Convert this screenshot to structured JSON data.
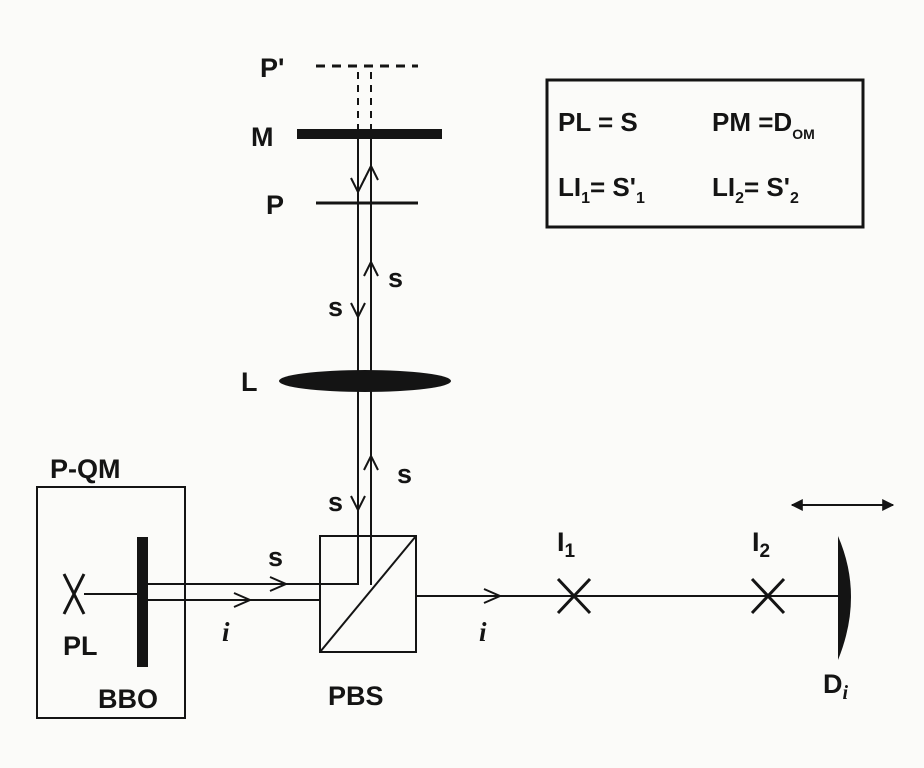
{
  "labels": {
    "p_prime": "P'",
    "m": "M",
    "p": "P",
    "s_left_upper": "s",
    "s_right_upper": "s",
    "l": "L",
    "s_left_lower": "s",
    "s_right_lower": "s",
    "pqm": "P-QM",
    "s_horizontal": "s",
    "pl": "PL",
    "bbo": "BBO",
    "i_left": "i",
    "pbs": "PBS",
    "i_right": "i",
    "i1_main": "I",
    "i1_sub": "1",
    "i2_main": "I",
    "i2_sub": "2",
    "d_main": "D",
    "d_sub": "i"
  },
  "legend": {
    "pl_eq": "PL = S",
    "pm_eq": "PM =D",
    "pm_sub": "OM",
    "li1_main": "LI",
    "li1_sub": "1",
    "li1_eq": "= S'",
    "li1_eq_sub": "1",
    "li2_main": "LI",
    "li2_sub": "2",
    "li2_eq": "= S'",
    "li2_eq_sub": "2"
  },
  "colors": {
    "ink": "#141414",
    "paper": "#fbfbf9"
  }
}
